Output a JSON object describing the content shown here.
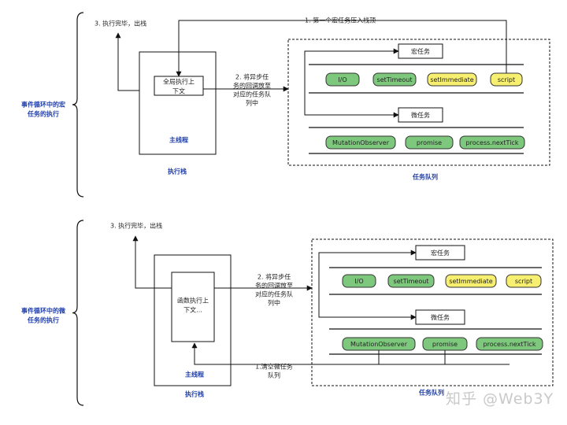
{
  "panels": [
    {
      "side_label": [
        "事件循环中的宏",
        "任务的执行"
      ],
      "step3": "3. 执行完毕，出栈",
      "step1": "1. 第一个宏任务压入栈顶",
      "step2": [
        "2. 将异步任",
        "务的回调放至",
        "对应的任务队",
        "列中"
      ],
      "context": [
        "全局执行上",
        "下文"
      ],
      "main_thread": "主线程",
      "stack": "执行栈",
      "queue": "任务队列",
      "macro_title": "宏任务",
      "micro_title": "微任务",
      "macro_items": [
        {
          "label": "I/O",
          "color": "#7ec87e"
        },
        {
          "label": "setTimeout",
          "color": "#7ec87e"
        },
        {
          "label": "setImmediate",
          "color": "#f7ef6f"
        },
        {
          "label": "script",
          "color": "#f7ef6f"
        }
      ],
      "micro_items": [
        {
          "label": "MutationObserver",
          "color": "#7ec87e"
        },
        {
          "label": "promise",
          "color": "#7ec87e"
        },
        {
          "label": "process.nextTick",
          "color": "#7ec87e"
        }
      ]
    },
    {
      "side_label": [
        "事件循环中的微",
        "任务的执行"
      ],
      "step3": "3. 执行完毕，出栈",
      "step1": [
        "1.清空微任务",
        "队列"
      ],
      "step2": [
        "2. 将异步任",
        "务的回调放至",
        "对应的任务队",
        "列中"
      ],
      "context": [
        "函数执行上",
        "下文..."
      ],
      "main_thread": "主线程",
      "stack": "执行栈",
      "queue": "任务队列",
      "macro_title": "宏任务",
      "micro_title": "微任务",
      "macro_items": [
        {
          "label": "I/O",
          "color": "#7ec87e"
        },
        {
          "label": "setTimeout",
          "color": "#7ec87e"
        },
        {
          "label": "setImmediate",
          "color": "#f7ef6f"
        },
        {
          "label": "script",
          "color": "#f7ef6f"
        }
      ],
      "micro_items": [
        {
          "label": "MutationObserver",
          "color": "#7ec87e"
        },
        {
          "label": "promise",
          "color": "#7ec87e"
        },
        {
          "label": "process.nextTick",
          "color": "#7ec87e"
        }
      ]
    }
  ],
  "colors": {
    "label_blue": "#1f3ea8",
    "pill_stroke": "#333333"
  },
  "watermark": "知乎 @Web3Y"
}
